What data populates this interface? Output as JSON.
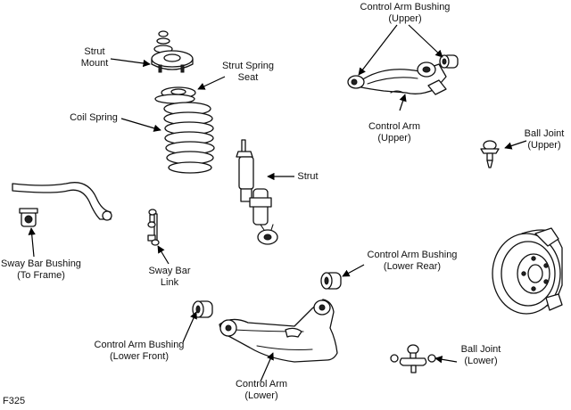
{
  "labels": {
    "strut_mount": [
      "Strut",
      "Mount"
    ],
    "strut_spring_seat": [
      "Strut Spring",
      "Seat"
    ],
    "coil_spring": [
      "Coil Spring"
    ],
    "strut": [
      "Strut"
    ],
    "control_arm_bushing_upper": [
      "Control Arm Bushing",
      "(Upper)"
    ],
    "control_arm_upper": [
      "Control Arm",
      "(Upper)"
    ],
    "ball_joint_upper": [
      "Ball Joint",
      "(Upper)"
    ],
    "sway_bar_bushing": [
      "Sway Bar Bushing",
      "(To Frame)"
    ],
    "sway_bar_link": [
      "Sway Bar",
      "Link"
    ],
    "control_arm_bushing_lower_rear": [
      "Control Arm Bushing",
      "(Lower Rear)"
    ],
    "control_arm_bushing_lower_front": [
      "Control Arm Bushing",
      "(Lower Front)"
    ],
    "control_arm_lower": [
      "Control Arm",
      "(Lower)"
    ],
    "ball_joint_lower": [
      "Ball Joint",
      "(Lower)"
    ]
  },
  "figure_code": "F325"
}
